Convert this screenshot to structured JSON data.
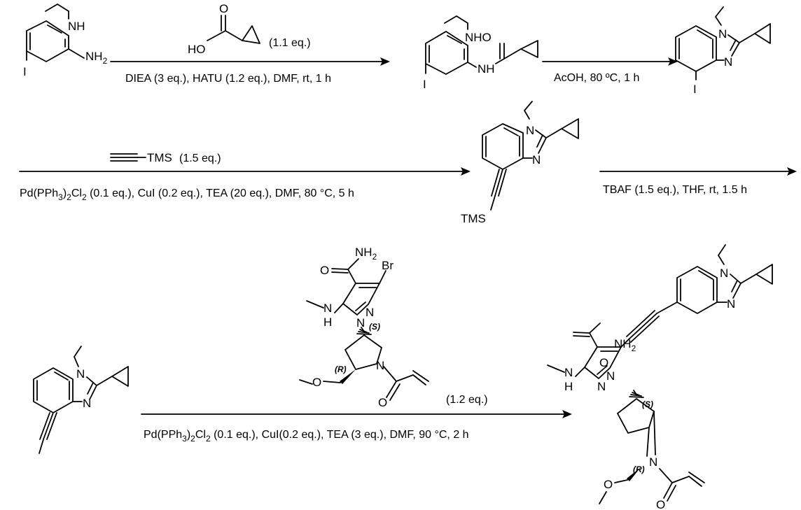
{
  "step1": {
    "reagent_eq": "(1.1 eq.)",
    "conditions": "DIEA (3 eq.), HATU (1.2 eq.), DMF, rt, 1 h"
  },
  "step2": {
    "conditions": "AcOH, 80 ºC, 1 h"
  },
  "step3": {
    "reagent": "TMS",
    "reagent_eq": "(1.5 eq.)",
    "conditions": "Pd(PPh3)2Cl2 (0.1 eq.), CuI (0.2 eq.), TEA (20 eq.), DMF, 80 °C, 5 h"
  },
  "step4": {
    "conditions": "TBAF (1.5 eq.), THF, rt, 1.5 h"
  },
  "step5": {
    "reagent_eq": "(1.2 eq.)",
    "conditions": "Pd(PPh3)2Cl2 (0.1 eq.), CuI(0.2 eq.), TEA (3 eq.), DMF, 90 °C, 2 h"
  },
  "atoms": {
    "nh": "NH",
    "nh2": "NH2",
    "iodo": "I",
    "ho": "HO",
    "o": "O",
    "nho": "NHO",
    "n": "N",
    "tms": "TMS",
    "br": "Br",
    "h": "H",
    "stereo_s": "(S)",
    "stereo_r": "(R)"
  }
}
